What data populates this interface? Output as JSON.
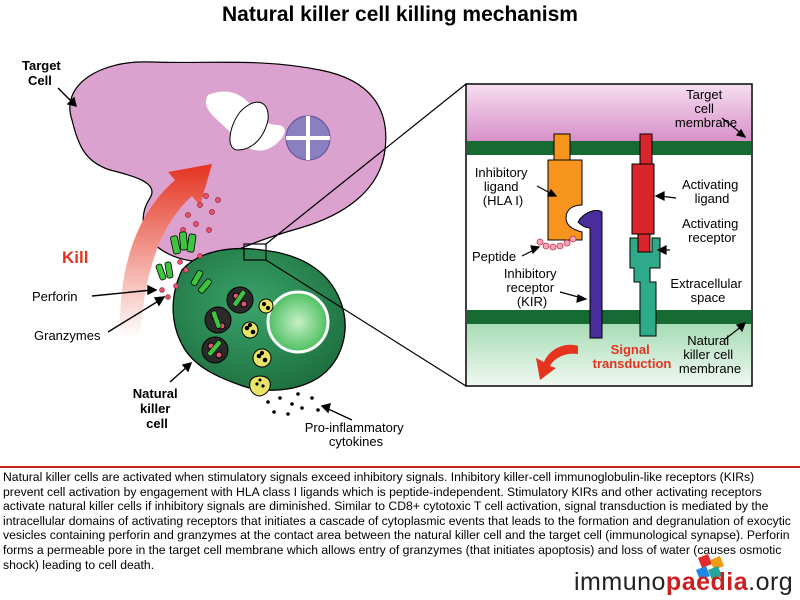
{
  "title": "Natural killer cell killing mechanism",
  "labels": {
    "target_cell": [
      "Target",
      "Cell"
    ],
    "kill": "Kill",
    "perforin": "Perforin",
    "granzymes": "Granzymes",
    "nk_cell": [
      "Natural",
      "killer",
      "cell"
    ],
    "cytokines": [
      "Pro-inflammatory",
      "cytokines"
    ]
  },
  "inset": {
    "target_membrane": [
      "Target",
      "cell",
      "membrane"
    ],
    "inhibitory_ligand": [
      "Inhibitory",
      "ligand",
      "(HLA I)"
    ],
    "activating_ligand": [
      "Activating",
      "ligand"
    ],
    "activating_receptor": [
      "Activating",
      "receptor"
    ],
    "peptide": "Peptide",
    "inhibitory_receptor": [
      "Inhibitory",
      "receptor",
      "(KIR)"
    ],
    "extracellular_space": [
      "Extracellular",
      "space"
    ],
    "signal_transduction": [
      "Signal",
      "transduction"
    ],
    "nk_membrane": [
      "Natural",
      "killer cell",
      "membrane"
    ]
  },
  "caption": "Natural killer cells are activated when stimulatory signals exceed inhibitory signals. Inhibitory killer-cell immunoglobulin-like receptors (KIRs) prevent cell activation by engagement with HLA class I ligands which is peptide-independent. Stimulatory KIRs and other activating receptors activate natural killer cells if inhibitory signals are diminished. Similar to CD8+ cytotoxic T cell activation, signal transduction is mediated by the intracellular domains of activating receptors that initiates a cascade of cytoplasmic events that leads to the formation and degranulation of exocytic vesicles containing perforin and granzymes at the contact area between the natural killer cell and the target cell (immunological synapse). Perforin forms a permeable pore in the target cell membrane which allows entry of granzymes (that initiates apoptosis) and loss of water (causes osmotic shock) leading to cell death.",
  "brand": {
    "pre": "immuno",
    "mid": "paedia",
    "post": ".org"
  },
  "colors": {
    "target_cell": "#dca2cf",
    "nk_cell": "#2e8b57",
    "membrane": "#166b33",
    "inhibitory_ligand": "#f7941d",
    "activating_ligand": "#d9262c",
    "inhibitory_receptor": "#4a2d9c",
    "activating_receptor": "#2eaa8a",
    "accent": "#cc1f1f"
  }
}
